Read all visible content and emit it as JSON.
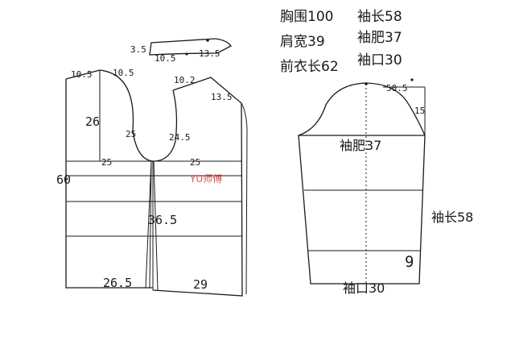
{
  "specs": {
    "bust": "胸围100",
    "shoulder": "肩宽39",
    "front_length": "前衣长62",
    "sleeve_length": "袖长58",
    "bicep": "袖肥37",
    "cuff": "袖口30"
  },
  "collar": {
    "width": "3.5",
    "inner": "10.5",
    "outer": "13.5"
  },
  "bodice": {
    "left_neck_width": "10.5",
    "neck_depth_width": "10.5",
    "right_neck_width": "10.2",
    "shoulder_slope": "13.5",
    "armhole_depth": "26",
    "neck_curve_left": "25",
    "neck_curve_right": "24.5",
    "chest_left": "25",
    "chest_right": "25",
    "length": "60",
    "pleat": "36.5",
    "hem_left": "26.5",
    "hem_right": "29",
    "watermark": "YU师傅"
  },
  "sleeve": {
    "cap_curve": "50.5",
    "cap_height": "15",
    "bicep_label": "袖肥37",
    "length_label": "袖长58",
    "cuff_depth": "9",
    "cuff_label": "袖口30"
  }
}
